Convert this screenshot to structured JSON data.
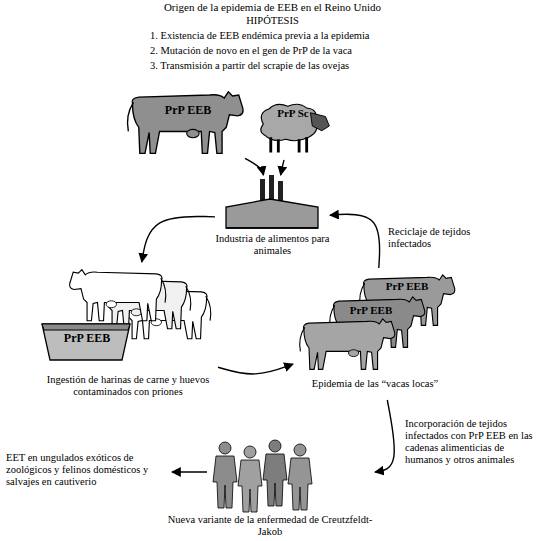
{
  "diagram": {
    "title": "Origen de la epidemia de EEB en el Reino Unido",
    "nodes": [
      {
        "text": [
          "PrP EEB"
        ]
      },
      {
        "text": [
          "PrP Sc"
        ]
      },
      {
        "text": [
          "Industria de alimentos para animales"
        ]
      },
      {
        "text": [
          "PrP EEB",
          "Ingestión de harinas de carne y huevos contaminados con priones"
        ]
      },
      {
        "text": [
          "PrP EEB",
          "PrP EEB",
          "Epidemia de las “vacas locas”"
        ]
      },
      {
        "text": [
          "Nueva variante de la enfermedad de Creutzfeldt-Jakob"
        ]
      }
    ],
    "edges": [
      {
        "from": 0,
        "to": 2,
        "arrow": "to"
      },
      {
        "from": 1,
        "to": 2,
        "arrow": "to"
      },
      {
        "from": 2,
        "to": 3,
        "arrow": "to"
      },
      {
        "from": 3,
        "to": 4,
        "arrow": "to"
      },
      {
        "from": 4,
        "to": 2,
        "label": "Reciclaje de tejidos infectados",
        "arrow": "to"
      },
      {
        "from": 4,
        "to": 5,
        "label": "Incorporación de tejidos infectados con PrP EEB en las cadenas alimenticias de humanos y otros animales",
        "arrow": "to"
      }
    ],
    "labels": [
      "HIPÓTESIS",
      "1. Existencia de EEB endémica previa a la epidemia",
      "2. Mutación de novo en el gen de PrP de la vaca",
      "3. Transmisión a partir del scrapie de las ovejas",
      "EET en ungulados exóticos de zoológicos y felinos domésticos y salvajes en cautiverio"
    ]
  }
}
